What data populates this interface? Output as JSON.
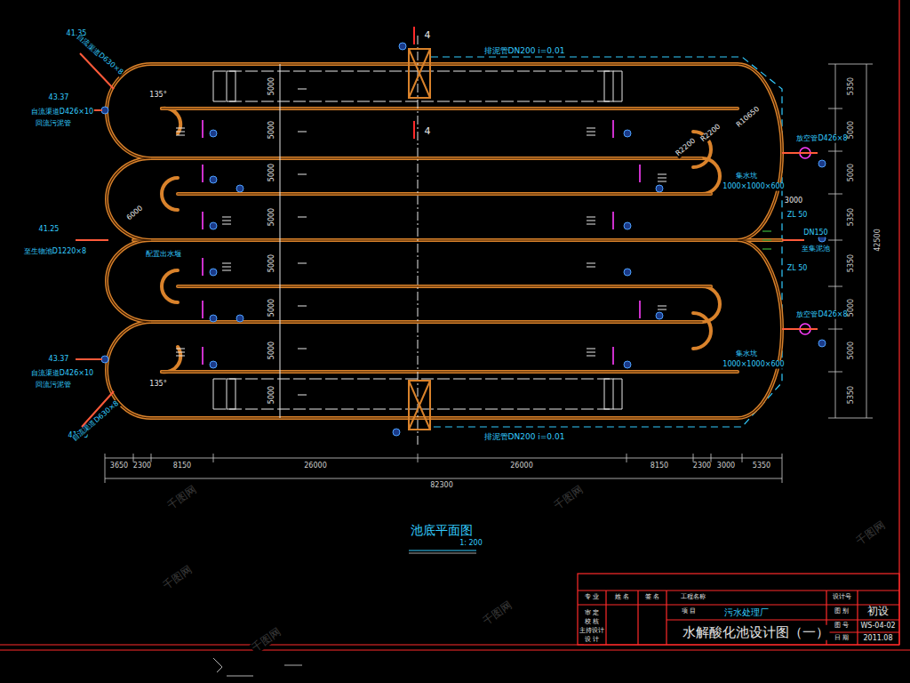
{
  "diagram": {
    "title": "池底平面图",
    "labels": [
      "4",
      "4",
      "排泥管DN200 i=0.01",
      "排泥管DN200 i=0.01",
      "41.35",
      "自流渠道D630×8",
      "43.37",
      "自流渠道D426×10",
      "回流污泥管",
      "41.25",
      "至生物池D1220×8",
      "配置出水堰",
      "43.37",
      "自流渠道D426×10",
      "回流污泥管",
      "41.35",
      "自流渠道D630×8",
      "放空管D426×8",
      "集水坑",
      "1000×1000×600",
      "ZL 50",
      "DN150",
      "至集泥池",
      "ZL 50",
      "放空管D426×8",
      "集水坑",
      "1000×1000×600",
      "R10650",
      "R2200",
      "R2200",
      "3000",
      "135°",
      "135°",
      "6000",
      "5350",
      "5000",
      "5000",
      "5350",
      "5350",
      "5000",
      "5000",
      "5350",
      "42500",
      "5000",
      "5000",
      "5000",
      "5000",
      "5000",
      "5000",
      "5000",
      "5000",
      "3650",
      "2300",
      "8150",
      "26000",
      "26000",
      "8150",
      "2300",
      "3000",
      "5350",
      "82300",
      "1: 200",
      "专 业",
      "姓 名",
      "签 名",
      "工程名称",
      "项 目",
      "污水处理厂",
      "审 定",
      "校 核",
      "主持设计",
      "设 计",
      "水解酸化池设计图（一）",
      "设计号",
      "图 别",
      "初设",
      "图 号",
      "WS-04-02",
      "日 期",
      "2011.08",
      "千图网",
      "千图网",
      "千图网",
      "千图网",
      "千图网",
      "千图网"
    ]
  }
}
